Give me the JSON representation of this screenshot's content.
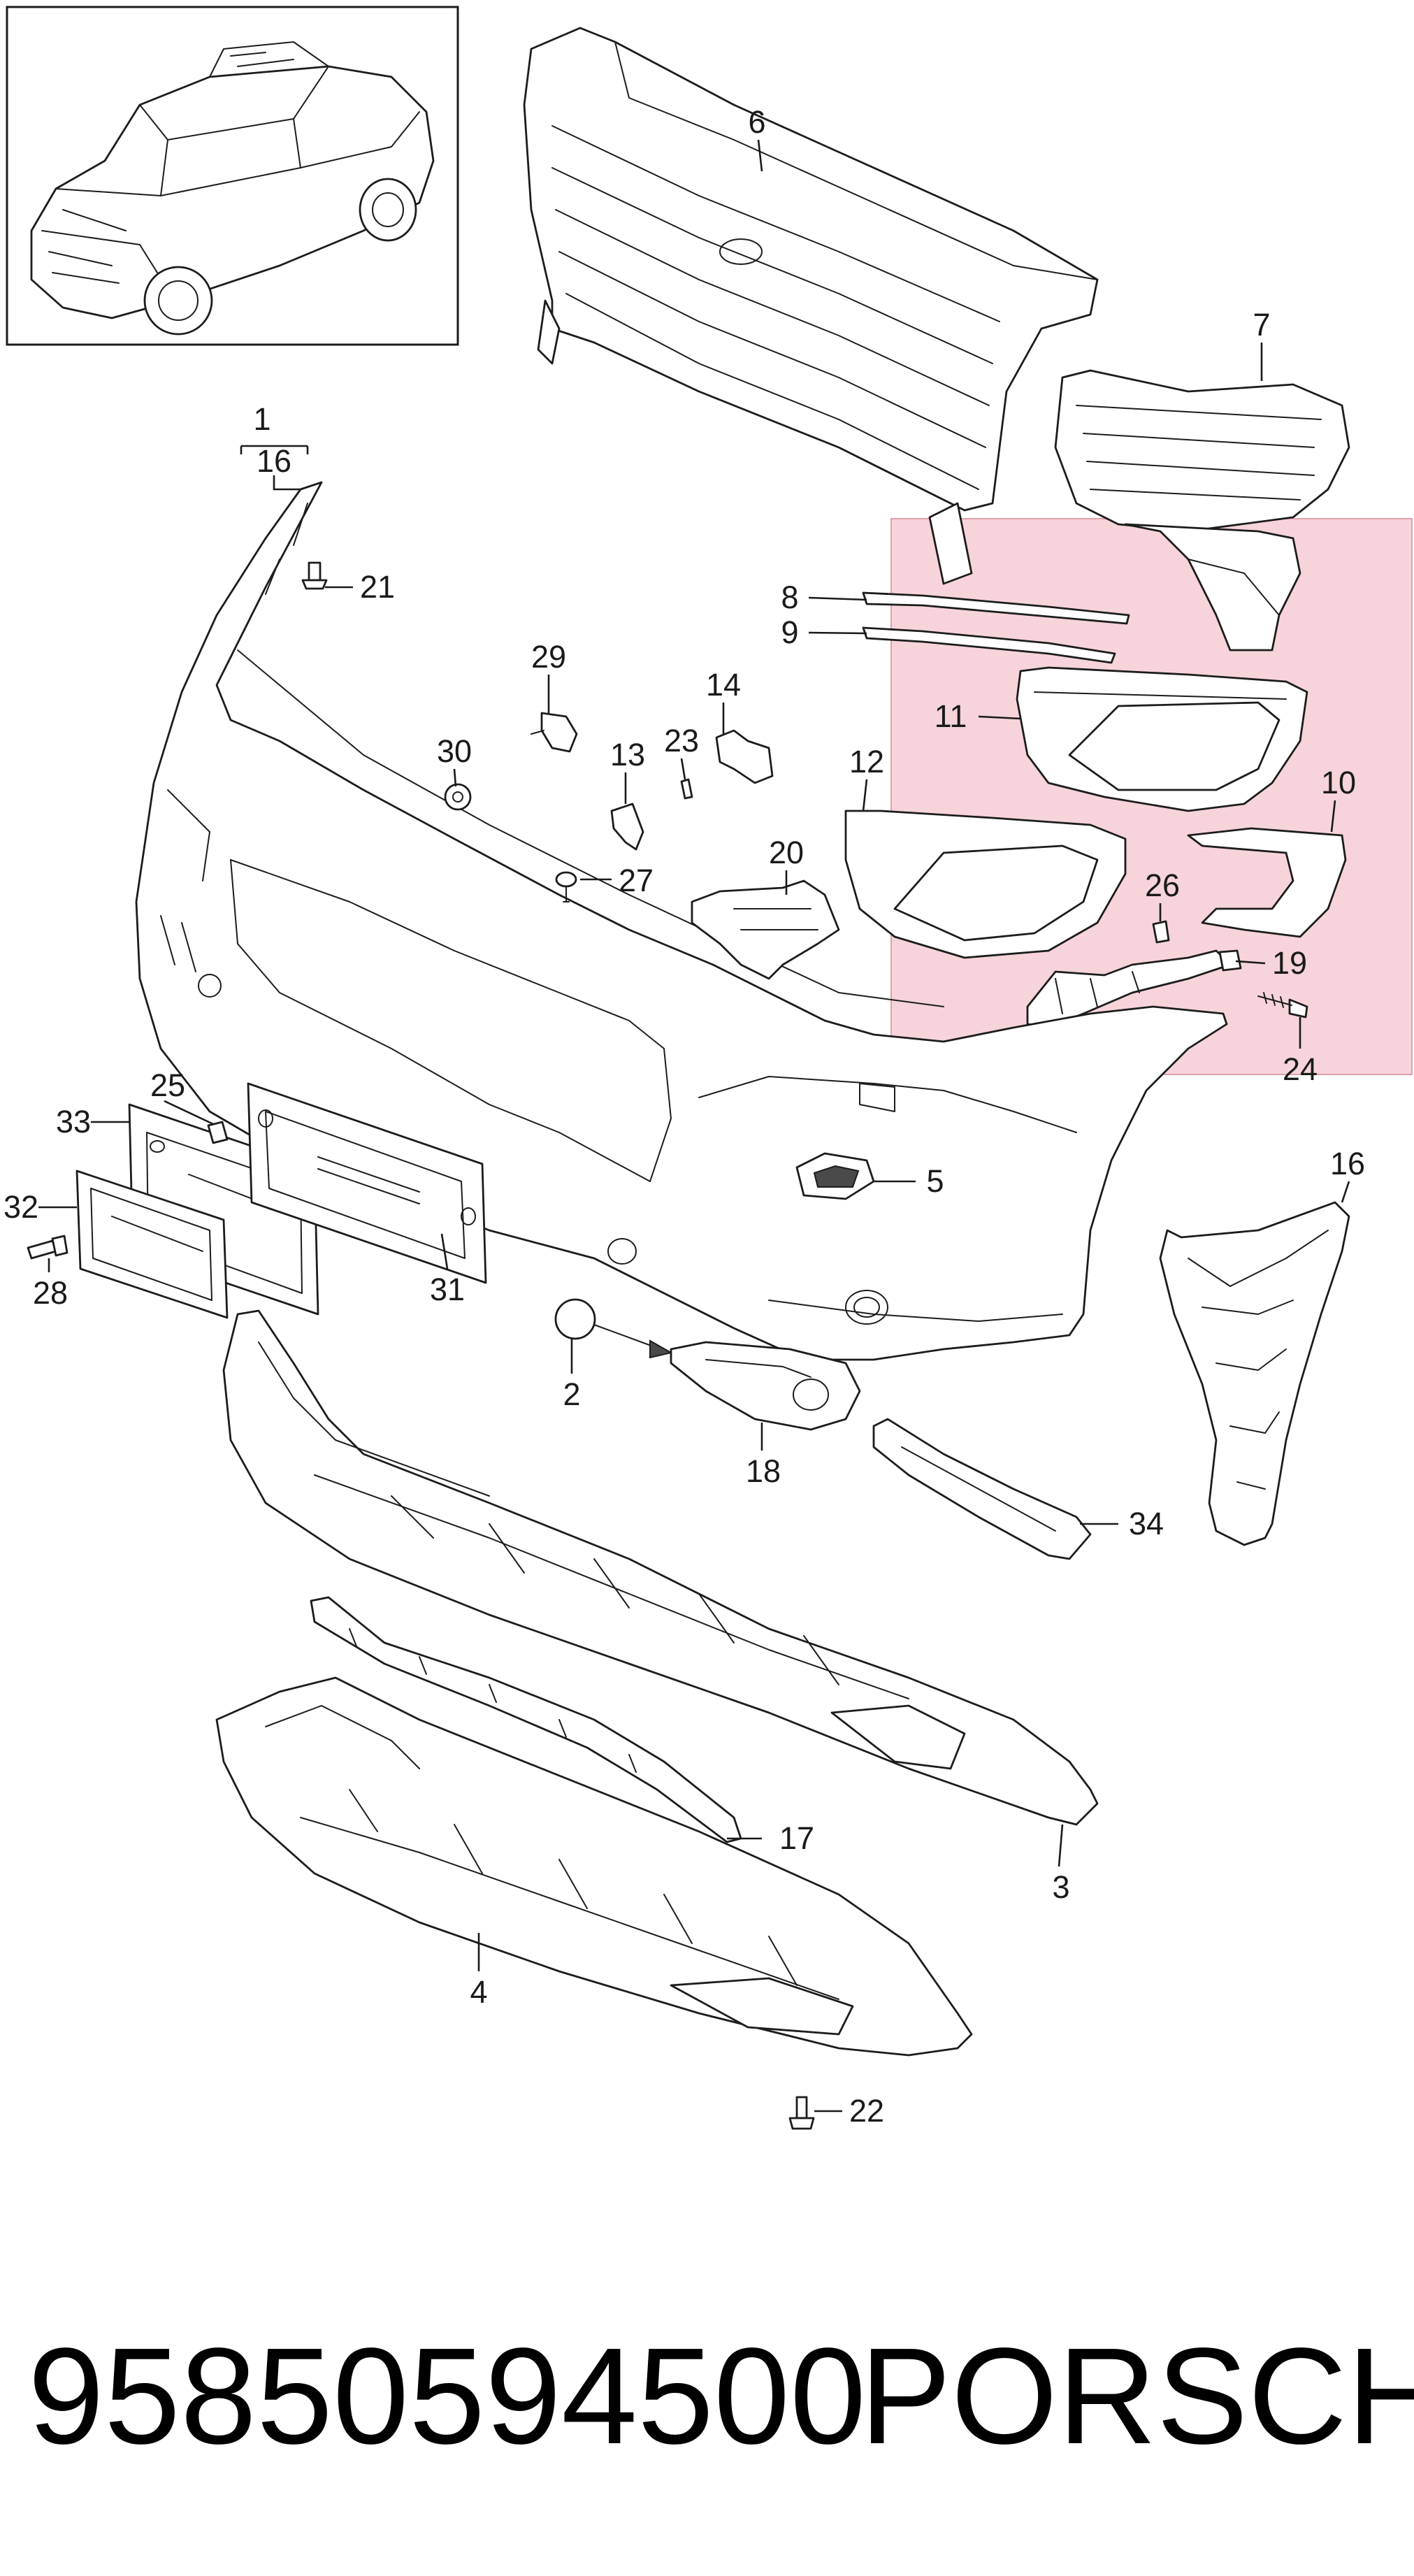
{
  "highlight_color": "#f6d4da",
  "highlight_border": "#e0a0ac",
  "footer": {
    "part_number": "95850594500",
    "brand": "PORSCHE"
  },
  "callouts": [
    {
      "id": "c1",
      "label": "1"
    },
    {
      "id": "c16a",
      "label": "16"
    },
    {
      "id": "c21",
      "label": "21"
    },
    {
      "id": "c6",
      "label": "6"
    },
    {
      "id": "c7",
      "label": "7"
    },
    {
      "id": "c8",
      "label": "8"
    },
    {
      "id": "c9",
      "label": "9"
    },
    {
      "id": "c29",
      "label": "29"
    },
    {
      "id": "c14",
      "label": "14"
    },
    {
      "id": "c30",
      "label": "30"
    },
    {
      "id": "c23",
      "label": "23"
    },
    {
      "id": "c13",
      "label": "13"
    },
    {
      "id": "c11",
      "label": "11"
    },
    {
      "id": "c12",
      "label": "12"
    },
    {
      "id": "c10",
      "label": "10"
    },
    {
      "id": "c20",
      "label": "20"
    },
    {
      "id": "c27",
      "label": "27"
    },
    {
      "id": "c26",
      "label": "26"
    },
    {
      "id": "c19",
      "label": "19"
    },
    {
      "id": "c24",
      "label": "24"
    },
    {
      "id": "c25",
      "label": "25"
    },
    {
      "id": "c33",
      "label": "33"
    },
    {
      "id": "c32",
      "label": "32"
    },
    {
      "id": "c28",
      "label": "28"
    },
    {
      "id": "c31",
      "label": "31"
    },
    {
      "id": "c5",
      "label": "5"
    },
    {
      "id": "c16b",
      "label": "16"
    },
    {
      "id": "c2",
      "label": "2"
    },
    {
      "id": "c18",
      "label": "18"
    },
    {
      "id": "c34",
      "label": "34"
    },
    {
      "id": "c17",
      "label": "17"
    },
    {
      "id": "c3",
      "label": "3"
    },
    {
      "id": "c4",
      "label": "4"
    },
    {
      "id": "c22",
      "label": "22"
    }
  ]
}
